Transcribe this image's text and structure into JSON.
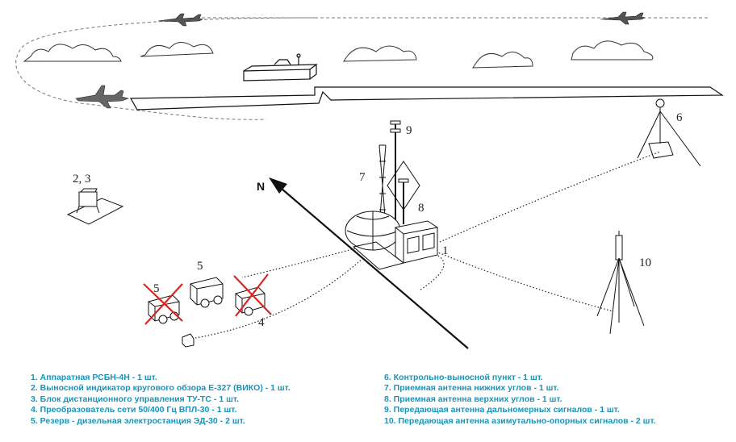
{
  "diagram": {
    "direction_label": "N",
    "callouts": {
      "c1": "1",
      "c23": "2, 3",
      "c4": "4",
      "c5a": "5",
      "c5b": "5",
      "c6": "6",
      "c7": "7",
      "c8": "8",
      "c9": "9",
      "c10": "10"
    }
  },
  "legend": {
    "left": [
      "1. Аппаратная РСБН-4Н - 1 шт.",
      "2. Выносной индикатор кругового обзора Е-327 (ВИКО) - 1 шт.",
      "3. Блок дистанционного управления ТУ-ТС - 1 шт.",
      "4. Преобразователь сети 50/400 Гц ВПЛ-30 - 1 шт.",
      "5. Резерв - дизельная электростанция ЭД-30 - 2 шт."
    ],
    "right": [
      "6. Контрольно-выносной пункт - 1 шт.",
      "7. Приемная антенна нижних углов  - 1 шт.",
      "8. Приемная антенна верхних углов  - 1 шт.",
      "9. Передающая антенна дальномерных сигналов  - 1 шт.",
      "10. Передающая антенна азимутально-опорных сигналов  - 2 шт."
    ]
  },
  "colors": {
    "legend_text": "#1a93b8",
    "cross": "#d8261e",
    "line": "#111111"
  }
}
